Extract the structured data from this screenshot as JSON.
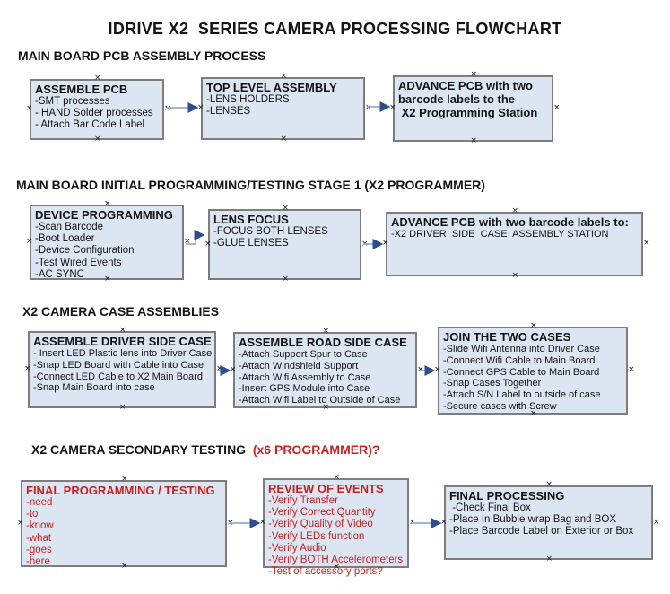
{
  "title": "IDRIVE X2  SERIES CAMERA PROCESSING FLOWCHART",
  "colors": {
    "box_fill": "#dce6f2",
    "box_border": "#7d7d7d",
    "accent_red": "#cc2020",
    "connector_line": "#95abce",
    "connector_arrow": "#2e4d8e"
  },
  "sections": [
    {
      "header": "MAIN BOARD PCB ASSEMBLY PROCESS",
      "boxes": [
        {
          "title": "ASSEMBLE PCB",
          "items": [
            "-SMT processes",
            "- HAND Solder processes",
            "- Attach Bar Code Label"
          ]
        },
        {
          "title": "TOP LEVEL ASSEMBLY",
          "items": [
            "-LENS HOLDERS",
            "-LENSES"
          ]
        },
        {
          "title": "ADVANCE PCB with two\nbarcode labels to the\n X2 Programming Station",
          "items": []
        }
      ]
    },
    {
      "header": "MAIN BOARD INITIAL PROGRAMMING/TESTING STAGE 1 (X2 PROGRAMMER)",
      "boxes": [
        {
          "title": "DEVICE PROGRAMMING",
          "items": [
            "-Scan Barcode",
            "-Boot Loader",
            "-Device Configuration",
            "-Test Wired Events",
            "-AC SYNC"
          ]
        },
        {
          "title": "LENS FOCUS",
          "items": [
            "-FOCUS BOTH LENSES",
            "-GLUE LENSES"
          ]
        },
        {
          "title": "ADVANCE PCB with two barcode labels to:",
          "items": [
            "-X2 DRIVER  SIDE  CASE  ASSEMBLY STATION"
          ]
        }
      ]
    },
    {
      "header": "X2 CAMERA CASE ASSEMBLIES",
      "boxes": [
        {
          "title": "ASSEMBLE DRIVER SIDE CASE",
          "items": [
            "- Insert LED Plastic lens into Driver Case",
            "-Snap LED Board with Cable into Case",
            "-Connect LED Cable to X2 Main Board",
            "-Snap Main Board into case"
          ]
        },
        {
          "title": "ASSEMBLE ROAD SIDE CASE",
          "items": [
            "-Attach Support Spur to Case",
            "-Attach Windshield Support",
            "-Attach Wifi Assembly to Case",
            "-Insert GPS Module into Case",
            "-Attach Wifi Label to Outside of Case"
          ]
        },
        {
          "title": "JOIN THE TWO CASES",
          "items": [
            "-Slide Wifi Antenna into Driver Case",
            "-Connect Wifi Cable to Main Board",
            "-Connect GPS Cable to Main Board",
            "-Snap Cases Together",
            "-Attach S/N Label to outside of case",
            "-Secure cases with Screw"
          ]
        }
      ]
    },
    {
      "header": "X2 CAMERA SECONDARY TESTING  ",
      "header_red": "(x6 PROGRAMMER)?",
      "boxes": [
        {
          "title": "FINAL PROGRAMMING / TESTING",
          "items": [
            "-need",
            "-to",
            "-know",
            "-what",
            "-goes",
            "-here"
          ]
        },
        {
          "title": "REVIEW OF EVENTS",
          "items": [
            "-Verify Transfer",
            "-Verify Correct Quantity",
            "-Verify Quality of Video",
            "-Verify LEDs function",
            "-Verify Audio",
            "-Verify BOTH Accelerometers",
            "-Test of accessory ports?"
          ]
        },
        {
          "title": "FINAL PROCESSING",
          "items": [
            " -Check Final Box",
            "-Place In Bubble wrap Bag and BOX",
            "-Place Barcode Label on Exterior or Box"
          ]
        }
      ]
    }
  ]
}
